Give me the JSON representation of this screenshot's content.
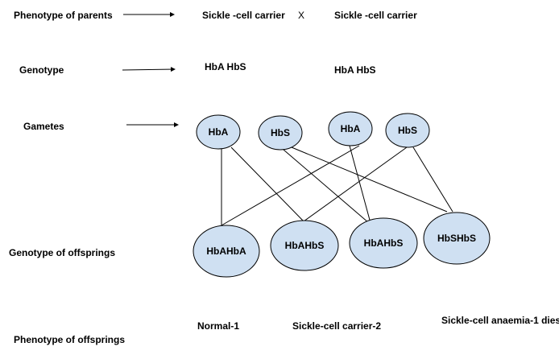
{
  "row_labels": {
    "phenotype_parents": "Phenotype of parents",
    "genotype": "Genotype",
    "gametes": "Gametes",
    "genotype_offsprings": "Genotype of offsprings",
    "phenotype_offsprings": "Phenotype of offsprings"
  },
  "parents": {
    "left_phenotype": "Sickle -cell carrier",
    "cross_symbol": "X",
    "right_phenotype": "Sickle -cell carrier",
    "left_genotype": "HbA HbS",
    "right_genotype": "HbA HbS"
  },
  "gametes": [
    "HbA",
    "HbS",
    "HbA",
    "HbS"
  ],
  "offspring_genotypes": [
    "HbAHbA",
    "HbAHbS",
    "HbAHbS",
    "HbSHbS"
  ],
  "offspring_phenotypes": {
    "normal": "Normal-1",
    "carrier": "Sickle-cell carrier-2",
    "anaemia": "Sickle-cell anaemia-1 dies"
  }
}
